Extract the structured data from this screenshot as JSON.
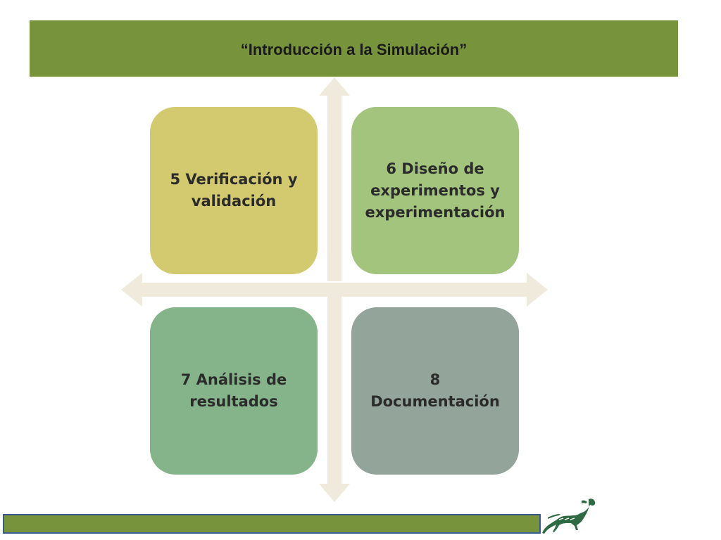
{
  "title": "“Introducción a la Simulación”",
  "colors": {
    "banner": "#77933c",
    "arrows": "#efeadb",
    "box_5": "#d3c96e",
    "box_6": "#a2c47c",
    "box_7": "#86b48a",
    "box_8": "#93a49a",
    "logo": "#2e6a43",
    "footer_border": "#3b5a8c"
  },
  "quadrants": [
    {
      "label": "5 Verificación y\nvalidación"
    },
    {
      "label": "6 Diseño de\nexperimentos y\nexperimentación"
    },
    {
      "label": "7 Análisis de\nresultados"
    },
    {
      "label": "8\nDocumentación"
    }
  ],
  "logo": {
    "icon": "horse-logo-icon"
  }
}
